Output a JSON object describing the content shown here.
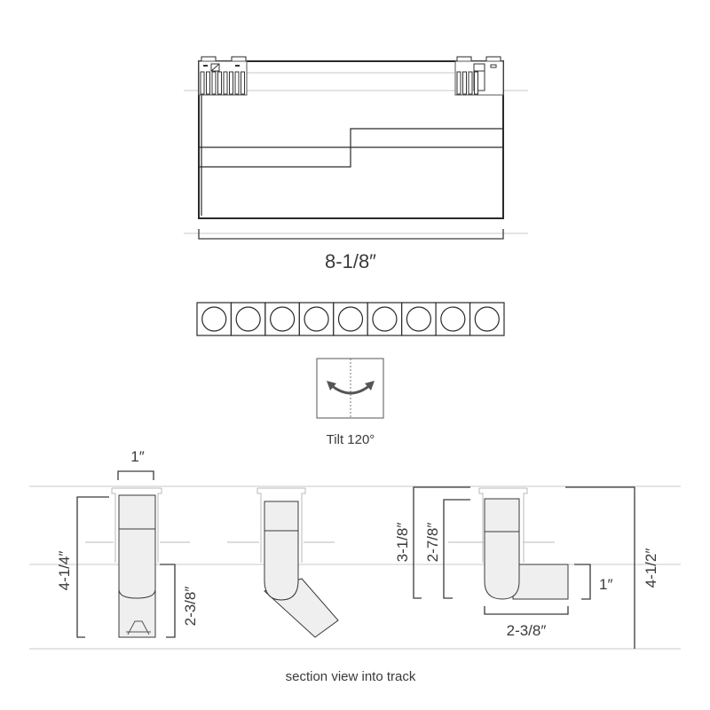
{
  "top_view": {
    "width_label": "8-1/8″"
  },
  "lens_row": {
    "lens_count": 9
  },
  "tilt": {
    "label": "Tilt 120°",
    "icon": "tilt-arrow-icon",
    "arrow_color": "#555555"
  },
  "section": {
    "left_fixture": {
      "width_label": "1″",
      "height_label": "4-1/4″",
      "below_ceiling_label": "2-3/8″"
    },
    "right_fixture": {
      "height_a_label": "3-1/8″",
      "height_b_label": "2-7/8″",
      "total_label": "4-1/2″",
      "arm_height_label": "1″",
      "arm_length_label": "2-3/8″"
    },
    "caption": "section view into track"
  },
  "colors": {
    "ink": "#2a2a2a",
    "guide": "#c8c8c8",
    "fill": "#efefef"
  }
}
